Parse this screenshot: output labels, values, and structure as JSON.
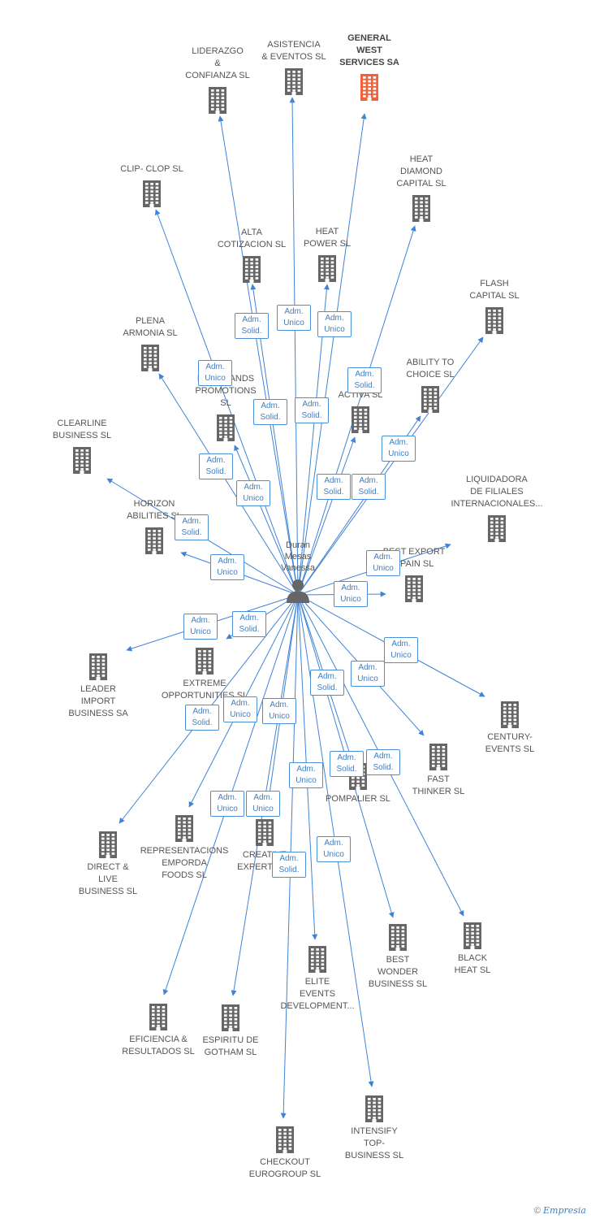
{
  "colors": {
    "edge": "#3f83d6",
    "building": "#666666",
    "highlight": "#f0633a",
    "tag_border": "#4a8fd8"
  },
  "center": {
    "name": "Duran\nMesas\nVanessa",
    "icon": "person-icon"
  },
  "companies": [
    {
      "id": "liderazgo",
      "label": "LIDERAZGO\n&\nCONFIANZA SL"
    },
    {
      "id": "asistencia",
      "label": "ASISTENCIA\n& EVENTOS  SL"
    },
    {
      "id": "general",
      "label": "GENERAL\nWEST\nSERVICES SA",
      "highlight": true
    },
    {
      "id": "clipclop",
      "label": "CLIP- CLOP SL"
    },
    {
      "id": "heatdiamond",
      "label": "HEAT\nDIAMOND\nCAPITAL SL"
    },
    {
      "id": "alta",
      "label": "ALTA\nCOTIZACION SL"
    },
    {
      "id": "heatpower",
      "label": "HEAT\nPOWER SL"
    },
    {
      "id": "flash",
      "label": "FLASH\nCAPITAL SL"
    },
    {
      "id": "plena",
      "label": "PLENA\nARMONIA SL"
    },
    {
      "id": "riverlands",
      "label": "RIVERLANDS\nPROMOTIONS\nSL"
    },
    {
      "id": "proactiva",
      "label": "PRO\nACTIVA SL"
    },
    {
      "id": "ability",
      "label": "ABILITY TO\nCHOICE SL"
    },
    {
      "id": "clearline",
      "label": "CLEARLINE\nBUSINESS SL"
    },
    {
      "id": "horizon",
      "label": "HORIZON\nABILITIES SL"
    },
    {
      "id": "liquidadora",
      "label": "LIQUIDADORA\nDE FILIALES\nINTERNACIONALES..."
    },
    {
      "id": "bestexport",
      "label": "BEST EXPORT\nSPAIN SL"
    },
    {
      "id": "leader",
      "label": "LEADER\nIMPORT\nBUSINESS SA"
    },
    {
      "id": "extreme",
      "label": "EXTREME\nOPPORTUNITIES SL"
    },
    {
      "id": "century",
      "label": "CENTURY-\nEVENTS  SL"
    },
    {
      "id": "fast",
      "label": "FAST\nTHINKER  SL"
    },
    {
      "id": "pompalier",
      "label": "POMPALIER SL"
    },
    {
      "id": "direct",
      "label": "DIRECT &\nLIVE\nBUSINESS SL"
    },
    {
      "id": "representaciones",
      "label": "REPRESENTACIONS\nEMPORDA\nFOODS  SL"
    },
    {
      "id": "creative",
      "label": "CREATIVE\nEXPERTS SL"
    },
    {
      "id": "best",
      "label": "BEST\nWONDER\nBUSINESS SL"
    },
    {
      "id": "black",
      "label": "BLACK\nHEAT SL"
    },
    {
      "id": "elite",
      "label": "ELITE\nEVENTS\nDEVELOPMENT..."
    },
    {
      "id": "eficiencia",
      "label": "EFICIENCIA &\nRESULTADOS SL"
    },
    {
      "id": "espiritu",
      "label": "ESPIRITU DE\nGOTHAM  SL"
    },
    {
      "id": "checkout",
      "label": "CHECKOUT\nEUROGROUP SL"
    },
    {
      "id": "intensify",
      "label": "INTENSIFY\nTOP-\nBUSINESS SL"
    }
  ],
  "relations": [
    {
      "to": "liderazgo",
      "label": "Adm.\nSolid."
    },
    {
      "to": "asistencia",
      "label": "Adm.\nUnico"
    },
    {
      "to": "general",
      "label": "Adm.\nUnico"
    },
    {
      "to": "clipclop",
      "label": "Adm.\nUnico"
    },
    {
      "to": "heatdiamond",
      "label": "Adm.\nSolid."
    },
    {
      "to": "alta",
      "label": "Adm.\nSolid."
    },
    {
      "to": "heatpower",
      "label": "Adm.\nSolid."
    },
    {
      "to": "flash",
      "label": "Adm.\nUnico"
    },
    {
      "to": "plena",
      "label": "Adm.\nSolid."
    },
    {
      "to": "riverlands",
      "label": "Adm.\nUnico"
    },
    {
      "to": "proactiva",
      "label": "Adm.\nSolid."
    },
    {
      "to": "ability",
      "label": "Adm.\nSolid."
    },
    {
      "to": "clearline",
      "label": "Adm.\nSolid."
    },
    {
      "to": "horizon",
      "label": "Adm.\nUnico"
    },
    {
      "to": "liquidadora",
      "label": "Adm.\nUnico"
    },
    {
      "to": "bestexport",
      "label": "Adm.\nUnico"
    },
    {
      "to": "leader",
      "label": "Adm.\nUnico"
    },
    {
      "to": "extreme",
      "label": "Adm.\nSolid."
    },
    {
      "to": "century",
      "label": "Adm.\nUnico"
    },
    {
      "to": "fast",
      "label": "Adm.\nUnico"
    },
    {
      "to": "pompalier",
      "label": "Adm.\nSolid."
    },
    {
      "to": "direct",
      "label": "Adm.\nSolid."
    },
    {
      "to": "representaciones",
      "label": "Adm.\nUnico"
    },
    {
      "to": "creative",
      "label": "Adm.\nUnico"
    },
    {
      "to": "best",
      "label": "Adm.\nSolid."
    },
    {
      "to": "black",
      "label": "Adm.\nSolid."
    },
    {
      "to": "elite",
      "label": "Adm.\nUnico"
    },
    {
      "to": "eficiencia",
      "label": "Adm.\nUnico"
    },
    {
      "to": "espiritu",
      "label": "Adm.\nUnico"
    },
    {
      "to": "checkout",
      "label": "Adm.\nSolid."
    },
    {
      "to": "intensify",
      "label": "Adm.\nUnico"
    }
  ],
  "footer": {
    "copyright": "©",
    "brand": "Empresia"
  }
}
